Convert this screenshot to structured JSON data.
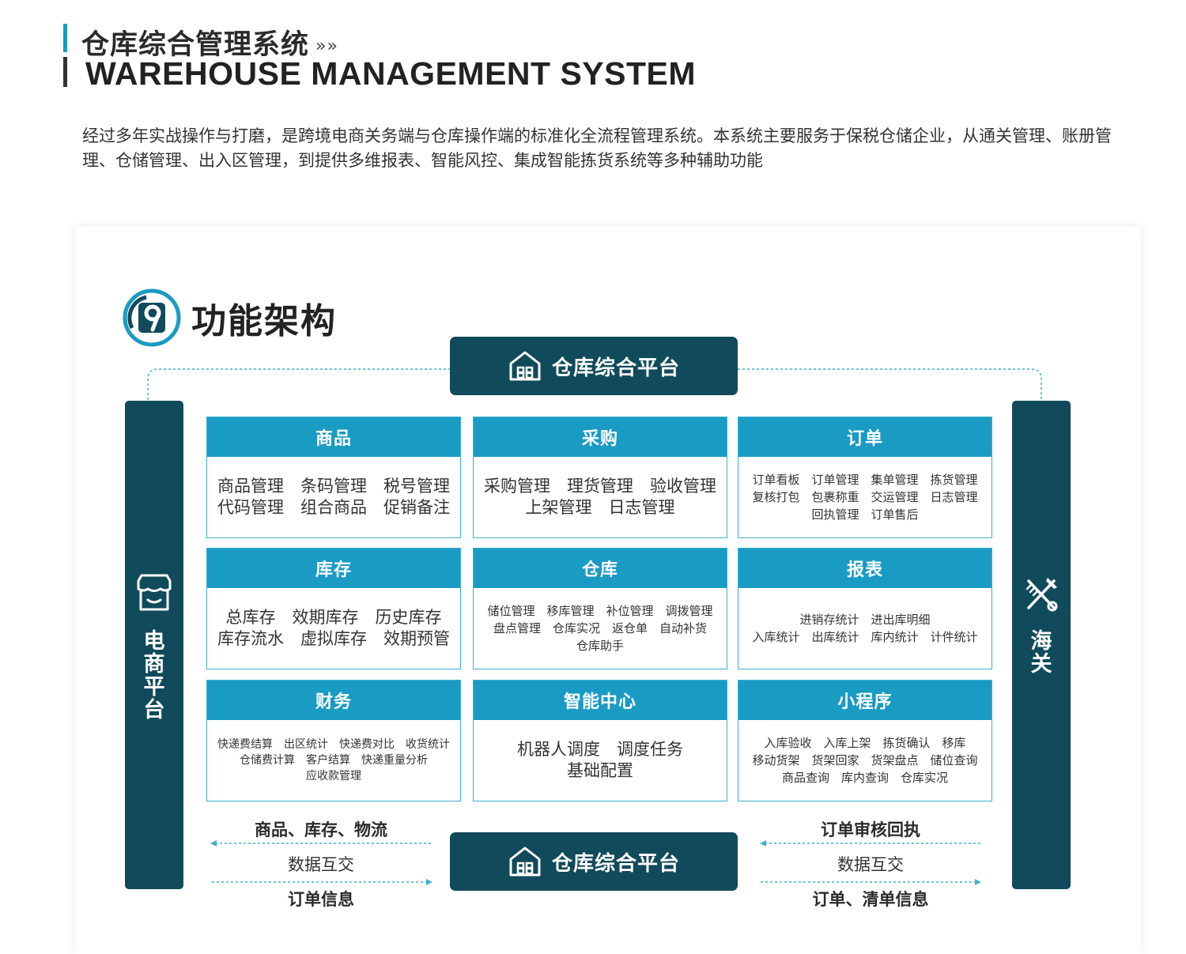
{
  "header": {
    "title_cn": "仓库综合管理系统",
    "arrows": "»»",
    "title_en": "WAREHOUSE MANAGEMENT SYSTEM",
    "intro": "经过多年实战操作与打磨，是跨境电商关务端与仓库操作端的标准化全流程管理系统。本系统主要服务于保税仓储企业，从通关管理、账册管理、仓储管理、出入区管理，到提供多维报表、智能风控、集成智能拣货系统等多种辅助功能"
  },
  "section": {
    "title": "功能架构",
    "logo_icon": "number-9-circle-icon"
  },
  "platform_top": {
    "label": "仓库综合平台",
    "icon": "warehouse-house-icon"
  },
  "platform_bottom": {
    "label": "仓库综合平台",
    "icon": "warehouse-house-icon"
  },
  "left_side": {
    "chars": [
      "电",
      "商",
      "平",
      "台"
    ],
    "icon": "storefront-icon"
  },
  "right_side": {
    "chars": [
      "海",
      "关"
    ],
    "icon": "customs-emblem-icon"
  },
  "modules": [
    {
      "title": "商品",
      "lines": [
        "商品管理　条码管理　税号管理",
        "代码管理　组合商品　促销备注"
      ]
    },
    {
      "title": "采购",
      "lines": [
        "采购管理　理货管理　验收管理",
        "上架管理　日志管理"
      ]
    },
    {
      "title": "订单",
      "lines": [
        "订单看板　订单管理　集单管理　拣货管理",
        "复核打包　包裹称重　交运管理　日志管理",
        "回执管理　订单售后"
      ]
    },
    {
      "title": "库存",
      "lines": [
        "总库存　效期库存　历史库存",
        "库存流水　虚拟库存　效期预管"
      ]
    },
    {
      "title": "仓库",
      "lines": [
        "储位管理　移库管理　补位管理　调拨管理",
        "盘点管理　仓库实况　返仓单　自动补货",
        "仓库助手"
      ]
    },
    {
      "title": "报表",
      "lines": [
        "进销存统计　进出库明细",
        "入库统计　出库统计　库内统计　计件统计"
      ]
    },
    {
      "title": "财务",
      "lines": [
        "快递费结算　出区统计　快递费对比　收货统计",
        "仓储费计算　客户结算　快递重量分析",
        "应收款管理"
      ]
    },
    {
      "title": "智能中心",
      "lines": [
        "机器人调度　调度任务",
        "基础配置"
      ]
    },
    {
      "title": "小程序",
      "lines": [
        "入库验收　入库上架　拣货确认　移库",
        "移动货架　货架回家　货架盘点　储位查询",
        "商品查询　库内查询　仓库实况"
      ]
    }
  ],
  "flow_left": {
    "top": "商品、库存、物流",
    "middle": "数据互交",
    "bottom": "订单信息"
  },
  "flow_right": {
    "top": "订单审核回执",
    "middle": "数据互交",
    "bottom": "订单、清单信息"
  },
  "colors": {
    "dark_teal": "#114a5b",
    "accent_blue": "#1a9bc4",
    "text": "#333333"
  }
}
